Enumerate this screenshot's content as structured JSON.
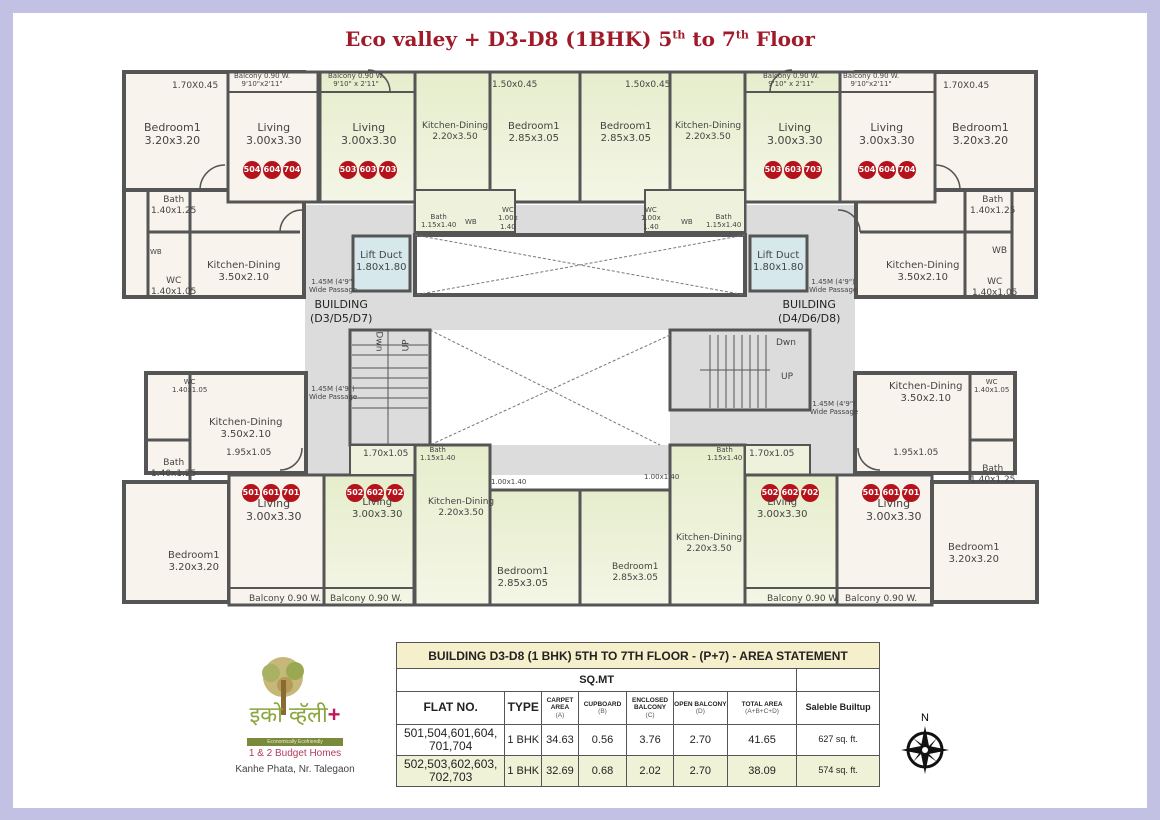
{
  "title": {
    "prefix": "Eco valley + D3-D8 (1BHK) 5",
    "sup1": "th",
    "mid": " to 7",
    "sup2": "th",
    "suffix": " Floor"
  },
  "plan": {
    "buildings": [
      {
        "label": "BUILDING",
        "codes": "(D3/D5/D7)"
      },
      {
        "label": "BUILDING",
        "codes": "(D4/D6/D8)"
      }
    ],
    "lift_ducts": [
      {
        "name": "Lift Duct",
        "size": "1.80x1.80"
      },
      {
        "name": "Lift Duct",
        "size": "1.80x1.80"
      }
    ],
    "passage": {
      "line1": "1.45M (4'9\")",
      "line2": "Wide Passage"
    },
    "stairs": {
      "down": "Dwn",
      "up": "UP"
    },
    "top_left": {
      "bedroom": {
        "name": "Bedroom1",
        "size": "3.20x3.20"
      },
      "window": "1.70X0.45",
      "balcony": {
        "name": "Balcony 0.90 W.",
        "size": "9'10\"x2'11\""
      },
      "living": {
        "name": "Living",
        "size": "3.00x3.30"
      },
      "flats": [
        "504",
        "604",
        "704"
      ],
      "bath": {
        "name": "Bath",
        "size": "1.40x1.25"
      },
      "wb": "WB",
      "wc": {
        "name": "WC",
        "size": "1.40x1.05"
      },
      "kitchen": {
        "name": "Kitchen-Dining",
        "size": "3.50x2.10"
      }
    },
    "top_center_left": {
      "balcony": {
        "name": "Balcony 0.90 W.",
        "size": "9'10\" x 2'11\""
      },
      "living": {
        "name": "Living",
        "size": "3.00x3.30"
      },
      "flats": [
        "503",
        "603",
        "703"
      ],
      "kitchen": {
        "name": "Kitchen-Dining",
        "size": "2.20x3.50"
      },
      "window": "1.50x0.45",
      "bedroom": {
        "name": "Bedroom1",
        "size": "2.85x3.05"
      },
      "bath": {
        "name": "Bath",
        "size": "1.15x1.40"
      },
      "wb": "WB",
      "wc": {
        "name": "WC",
        "size1": "1.00x",
        "size2": "1.40"
      }
    },
    "top_center_right": {
      "window": "1.50x0.45",
      "bedroom": {
        "name": "Bedroom1",
        "size": "2.85x3.05"
      },
      "kitchen": {
        "name": "Kitchen-Dining",
        "size": "2.20x3.50"
      },
      "balcony": {
        "name": "Balcony 0.90 W.",
        "size": "9'10\" x 2'11\""
      },
      "living": {
        "name": "Living",
        "size": "3.00x3.30"
      },
      "flats": [
        "503",
        "603",
        "703"
      ],
      "wc": {
        "name": "WC",
        "size1": "1.00x",
        "size2": "1.40"
      },
      "wb": "WB",
      "bath": {
        "name": "Bath",
        "size": "1.15x1.40"
      }
    },
    "top_right": {
      "balcony": {
        "name": "Balcony 0.90 W.",
        "size": "9'10\"x2'11\""
      },
      "living": {
        "name": "Living",
        "size": "3.00x3.30"
      },
      "flats": [
        "504",
        "604",
        "704"
      ],
      "window": "1.70X0.45",
      "bedroom": {
        "name": "Bedroom1",
        "size": "3.20x3.20"
      },
      "bath": {
        "name": "Bath",
        "size": "1.40x1.25"
      },
      "wb": "WB",
      "kitchen": {
        "name": "Kitchen-Dining",
        "size": "3.50x2.10"
      },
      "wc": {
        "name": "WC",
        "size": "1.40x1.05"
      }
    },
    "bottom_left": {
      "wc": {
        "name": "WC",
        "size": "1.40x1.05"
      },
      "kitchen": {
        "name": "Kitchen-Dining",
        "size": "3.50x2.10"
      },
      "lobby": "1.95x1.05",
      "bath": {
        "name": "Bath",
        "size": "1.40x1.25"
      },
      "living": {
        "name": "Living",
        "size": "3.00x3.30"
      },
      "flats": [
        "501",
        "601",
        "701"
      ],
      "bedroom": {
        "name": "Bedroom1",
        "size": "3.20x3.20"
      },
      "balcony": "Balcony 0.90 W."
    },
    "bottom_center_left": {
      "lobby": "1.70x1.05",
      "living": {
        "name": "Living",
        "size": "3.00x3.30"
      },
      "flats": [
        "502",
        "602",
        "702"
      ],
      "balcony": "Balcony 0.90 W.",
      "bath": {
        "name": "Bath",
        "size": "1.15x1.40"
      },
      "wc": {
        "name": "WC",
        "size": "1.00x1.40"
      },
      "kitchen": {
        "name": "Kitchen-Dining",
        "size": "2.20x3.50"
      },
      "bedroom": {
        "name": "Bedroom1",
        "size": "2.85x3.05"
      }
    },
    "bottom_center_right": {
      "bedroom": {
        "name": "Bedroom1",
        "size": "2.85x3.05"
      },
      "wc": {
        "name": "WC",
        "size": "1.00x1.40"
      },
      "bath": {
        "name": "Bath",
        "size": "1.15x1.40"
      },
      "kitchen": {
        "name": "Kitchen-Dining",
        "size": "2.20x3.50"
      },
      "lobby": "1.70x1.05",
      "living": {
        "name": "Living",
        "size": "3.00x3.30"
      },
      "flats": [
        "502",
        "602",
        "702"
      ],
      "balcony": "Balcony 0.90 W."
    },
    "bottom_right": {
      "kitchen": {
        "name": "Kitchen-Dining",
        "size": "3.50x2.10"
      },
      "wc": {
        "name": "WC",
        "size": "1.40x1.05"
      },
      "lobby": "1.95x1.05",
      "bath": {
        "name": "Bath",
        "size": "1.40x1.25"
      },
      "living": {
        "name": "Living",
        "size": "3.00x3.30"
      },
      "flats": [
        "501",
        "601",
        "701"
      ],
      "bedroom": {
        "name": "Bedroom1",
        "size": "3.20x3.20"
      },
      "balcony": "Balcony 0.90 W."
    }
  },
  "area_table": {
    "title": "BUILDING D3-D8 (1 BHK) 5TH TO 7TH FLOOR - (P+7) - AREA STATEMENT",
    "unit": "SQ.MT",
    "columns": [
      {
        "label": "FLAT NO.",
        "sub": ""
      },
      {
        "label": "TYPE",
        "sub": ""
      },
      {
        "label": "CARPET AREA",
        "sub": "(A)"
      },
      {
        "label": "CUPBOARD",
        "sub": "(B)"
      },
      {
        "label": "ENCLOSED BALCONY",
        "sub": "(C)"
      },
      {
        "label": "OPEN BALCONY",
        "sub": "(D)"
      },
      {
        "label": "TOTAL AREA",
        "sub": "(A+B+C+D)"
      },
      {
        "label": "Saleble Builtup",
        "sub": ""
      }
    ],
    "rows": [
      {
        "flats1": "501,504,601,604,",
        "flats2": "701,704",
        "type": "1 BHK",
        "carpet": "34.63",
        "cupboard": "0.56",
        "enclosed": "3.76",
        "open": "2.70",
        "total": "41.65",
        "saleable": "627 sq. ft."
      },
      {
        "flats1": "502,503,602,603,",
        "flats2": "702,703",
        "type": "1 BHK",
        "carpet": "32.69",
        "cupboard": "0.68",
        "enclosed": "2.02",
        "open": "2.70",
        "total": "38.09",
        "saleable": "574 sq. ft."
      }
    ]
  },
  "logo": {
    "brand": "इको व्हॅली",
    "tagline": "Economically Ecofriendly",
    "line1": "1 & 2 Budget Homes",
    "line2": "Kanhe Phata, Nr. Talegaon"
  },
  "compass": {
    "label": "N"
  },
  "colors": {
    "title": "#a01b2a",
    "badge": "#b5121b",
    "wall": "#555555",
    "cream": "#f8f3ec",
    "green": "#eaefd4",
    "lift": "#d6e8ec",
    "core": "#dcdcdc",
    "frame": "#c3c1e3"
  }
}
